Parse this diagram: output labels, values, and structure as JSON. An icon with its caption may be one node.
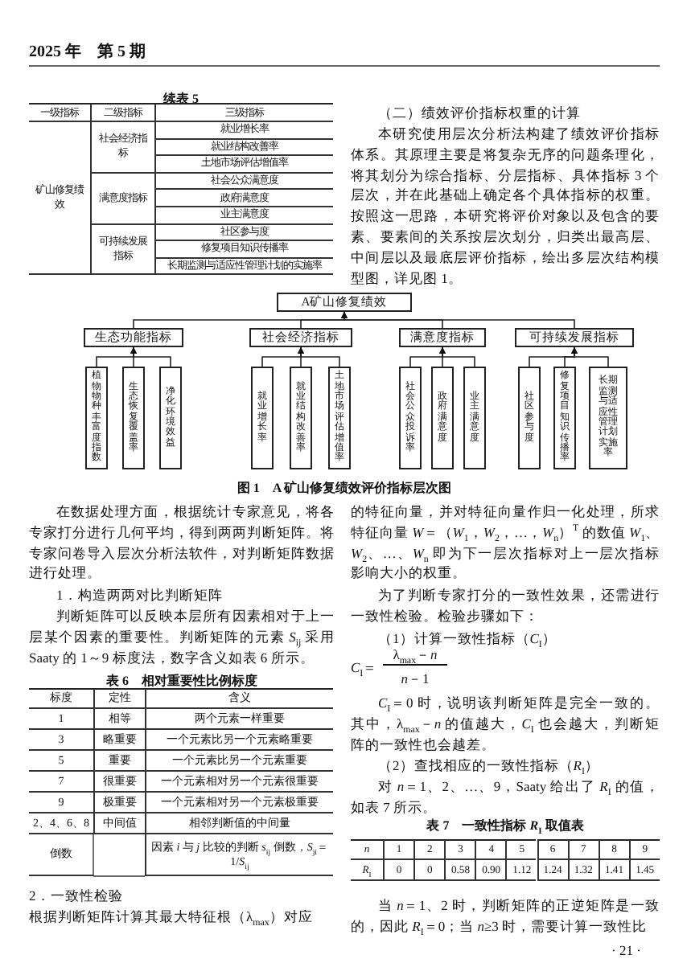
{
  "diagram": {
    "caption": "图 1　A 矿山修复绩效评价指标层次图",
    "nodes": [
      {
        "text": [
          "A矿山修复绩效"
        ]
      },
      {
        "text": [
          "生态功能指标"
        ]
      },
      {
        "text": [
          "社会经济指标"
        ]
      },
      {
        "text": [
          "满意度指标"
        ]
      },
      {
        "text": [
          "可持续发展指标"
        ]
      },
      {
        "text": [
          "植物物种丰富度指数"
        ]
      },
      {
        "text": [
          "生态恢复覆盖率"
        ]
      },
      {
        "text": [
          "净化环境效益"
        ]
      },
      {
        "text": [
          "就业增长率"
        ]
      },
      {
        "text": [
          "就业结构改善率"
        ]
      },
      {
        "text": [
          "土地市场评估增值率"
        ]
      },
      {
        "text": [
          "社会公众投诉率"
        ]
      },
      {
        "text": [
          "政府满意度"
        ]
      },
      {
        "text": [
          "业主满意度"
        ]
      },
      {
        "text": [
          "社区参与度"
        ]
      },
      {
        "text": [
          "修复项目知识传播率"
        ]
      },
      {
        "text": [
          "长期监测与适应性管理计划实施率"
        ]
      }
    ],
    "edges": [
      {
        "from": 1,
        "to": 0,
        "arrow": "to"
      },
      {
        "from": 2,
        "to": 0,
        "arrow": "to"
      },
      {
        "from": 3,
        "to": 0,
        "arrow": "to"
      },
      {
        "from": 4,
        "to": 0,
        "arrow": "to"
      },
      {
        "from": 5,
        "to": 1,
        "arrow": "to"
      },
      {
        "from": 6,
        "to": 1,
        "arrow": "to"
      },
      {
        "from": 7,
        "to": 1,
        "arrow": "to"
      },
      {
        "from": 8,
        "to": 2,
        "arrow": "to"
      },
      {
        "from": 9,
        "to": 2,
        "arrow": "to"
      },
      {
        "from": 10,
        "to": 2,
        "arrow": "to"
      },
      {
        "from": 11,
        "to": 3,
        "arrow": "to"
      },
      {
        "from": 12,
        "to": 3,
        "arrow": "to"
      },
      {
        "from": 13,
        "to": 3,
        "arrow": "to"
      },
      {
        "from": 14,
        "to": 4,
        "arrow": "to"
      },
      {
        "from": 15,
        "to": 4,
        "arrow": "to"
      },
      {
        "from": 16,
        "to": 4,
        "arrow": "to"
      }
    ],
    "labels": [
      "2025 年　第 5 期",
      "续表 5",
      "一级指标",
      "二级指标",
      "三级指标",
      "矿山修复绩效",
      "社会经济指标",
      "就业增长率",
      "就业结构改善率",
      "土地市场评估增值率",
      "满意度指标",
      "社会公众满意度",
      "政府满意度",
      "业主满意度",
      "可持续发展指标",
      "社区参与度",
      "修复项目知识传播率",
      "长期监测与适应性管理计划的实施率",
      "（二）绩效评价指标权重的计算",
      "本研究使用层次分析法构建了绩效评价指标体系。其原理主要是将复杂无序的问题条理化，将其划分为综合指标、分层指标、具体指标 3 个层次，并在此基础上确定各个具体指标的权重。按照这一思路，本研究将评价对象以及包含的要素、要素间的关系按层次划分，归类出最高层、中间层以及最底层评价指标，绘出多层次结构模型图，详见图 1。",
      "在数据处理方面，根据统计专家意见，将各专家打分进行几何平均，得到两两判断矩阵。将专家问卷导入层次分析法软件，对判断矩阵数据进行处理。",
      "1．构造两两对比判断矩阵",
      "判断矩阵可以反映本层所有因素相对于上一层某个因素的重要性。判断矩阵的元素 *S*$_{ij}$ 采用 Saaty 的 1～9 标度法，数字含义如表 6 所示。",
      "表 6　相对重要性比例标度",
      "标度",
      "定性",
      "含义",
      "1",
      "相等",
      "两个元素一样重要",
      "3",
      "略重要",
      "一个元素比另一个元素略重要",
      "5",
      "重要",
      "一个元素比另一个元素重要",
      "7",
      "很重要",
      "一个元素相对另一个元素很重要",
      "9",
      "极重要",
      "一个元素相对另一个元素极重要",
      "2、4、6、8",
      "中间值",
      "相邻判断值的中间量",
      "倒数",
      "因素 *i* 与 *j* 比较的判断 *s*$_{ij}$ 倒数，*S*$_{ji}$＝1/*S*$_{ij}$",
      "2．一致性检验",
      "根据判断矩阵计算其最大特征根（λ$_{max}$）对应",
      "的特征向量，并对特征向量作归一化处理，所求特征向量 *W*＝（*W*$_{1}$，*W*$_{2}$，…，*W*$_{n}$）$^{T}$ 的数值 *W*$_{1}$、*W*$_{2}$、…、*W*$_{n}$ 即为下一层次指标对上一层次指标影响大小的权重。",
      "为了判断专家打分的一致性效果，还需进行一致性检验。检验步骤如下：",
      "（1）计算一致性指标（*C*$_{I}$）",
      "*C*$_{I}$＝",
      "λ$_{max}$－*n*",
      "*n*－1",
      "*C*$_{I}$＝0 时，说明该判断矩阵是完全一致的。其中，λ$_{max}$－*n* 的值越大，*C*$_{I}$ 也会越大，判断矩阵的一致性也会越差。",
      "（2）查找相应的一致性指标（*R*$_{I}$）",
      "对 *n*＝1、2、…、9，Saaty 给出了 *R*$_{I}$ 的值，如表 7 所示。",
      "表 7　一致性指标 *R*$_{I}$ 取值表",
      "*n*",
      "1",
      "2",
      "3",
      "4",
      "5",
      "6",
      "7",
      "8",
      "9",
      "*R*$_{I}$",
      "0",
      "0",
      "0.58",
      "0.90",
      "1.12",
      "1.24",
      "1.32",
      "1.41",
      "1.45",
      "当 *n*＝1、2 时，判断矩阵的正逆矩阵是一致的，因此 *R*$_{I}$＝0；当 *n*≥3 时，需要计算一致性比",
      "· 21 ·"
    ]
  }
}
